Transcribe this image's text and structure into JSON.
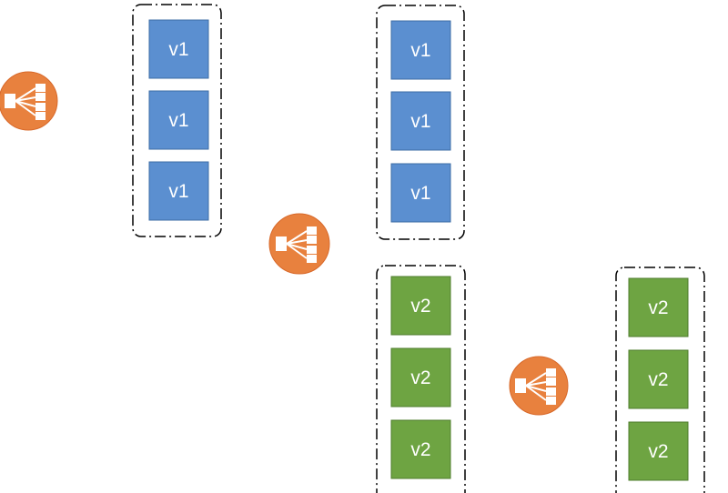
{
  "colors": {
    "blue_fill": "#5b8fd0",
    "blue_stroke": "#3e6ca6",
    "green_fill": "#6ea442",
    "green_stroke": "#4f7d2e",
    "lb_fill": "#e8813e",
    "lb_stroke": "#d8692a",
    "group_border": "#000000"
  },
  "load_balancers": [
    {
      "icon": "load-balancer-icon"
    },
    {
      "icon": "load-balancer-icon"
    },
    {
      "icon": "load-balancer-icon"
    }
  ],
  "groups": [
    {
      "version": "v1",
      "nodes": [
        "v1",
        "v1",
        "v1"
      ]
    },
    {
      "version": "v1",
      "nodes": [
        "v1",
        "v1",
        "v1"
      ]
    },
    {
      "version": "v2",
      "nodes": [
        "v2",
        "v2",
        "v2"
      ]
    },
    {
      "version": "v2",
      "nodes": [
        "v2",
        "v2",
        "v2"
      ]
    }
  ]
}
